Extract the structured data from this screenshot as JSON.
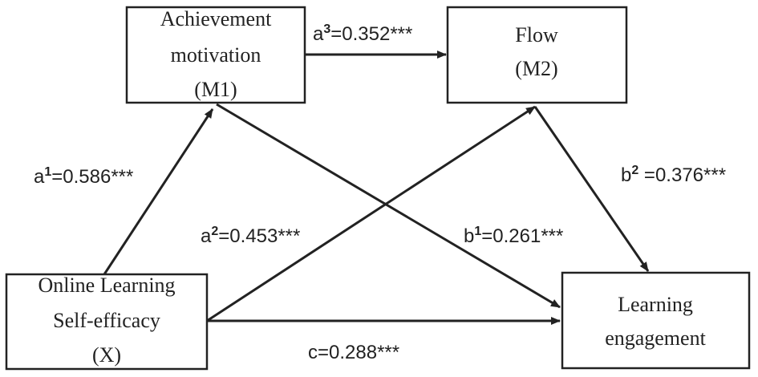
{
  "nodes": {
    "m1": {
      "lines": [
        "Achievement",
        "motivation",
        "(M1)"
      ]
    },
    "m2": {
      "lines": [
        "Flow",
        "(M2)"
      ]
    },
    "x": {
      "lines": [
        "Online Learning",
        "Self-efficacy",
        "(X)"
      ]
    },
    "y": {
      "lines": [
        "Learning",
        "engagement"
      ]
    }
  },
  "edges": {
    "a1": {
      "base": "a",
      "sup": "1",
      "value": "=0.586***"
    },
    "a2": {
      "base": "a",
      "sup": "2",
      "value": "=0.453***"
    },
    "a3": {
      "base": "a",
      "sup": "3",
      "value": "=0.352***"
    },
    "b1": {
      "base": "b",
      "sup": "1",
      "value": "=0.261***"
    },
    "b2": {
      "base": "b",
      "sup": "2",
      "value": " =0.376***"
    },
    "c": {
      "label": "c=0.288***"
    }
  }
}
